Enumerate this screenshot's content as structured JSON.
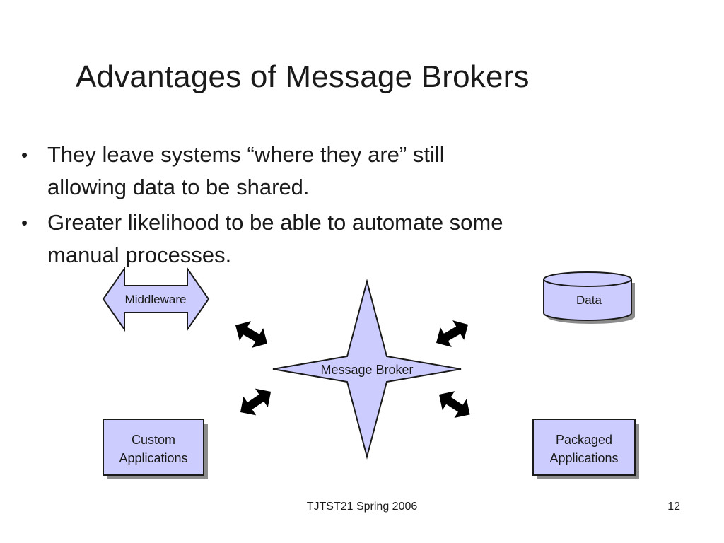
{
  "slide": {
    "title": "Advantages of Message Brokers",
    "bullets": [
      {
        "lines": [
          "They leave systems “where they are” still",
          "allowing data to be shared."
        ]
      },
      {
        "lines": [
          "Greater likelihood to be able to automate some",
          "manual processes."
        ]
      }
    ]
  },
  "diagram": {
    "middleware_label": "Middleware",
    "data_label": "Data",
    "broker_label": "Message Broker",
    "custom_apps_lines": [
      "Custom",
      "Applications"
    ],
    "packaged_apps_lines": [
      "Packaged",
      "Applications"
    ],
    "colors": {
      "shape_fill": "#ccccff",
      "shape_stroke": "#1a1a1a",
      "shadow": "#8c8c8c",
      "arrow": "#000000"
    }
  },
  "footer": {
    "text": "TJTST21  Spring 2006",
    "page_number": "12"
  }
}
